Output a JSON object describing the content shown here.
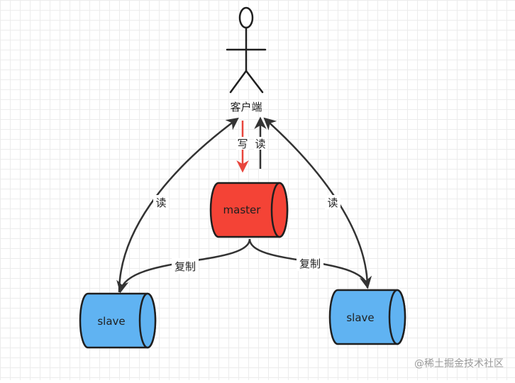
{
  "client": {
    "label": "客户端"
  },
  "edges": {
    "write_label": "写",
    "read_label_center": "读",
    "read_label_left": "读",
    "read_label_right": "读",
    "replicate_left": "复制",
    "replicate_right": "复制"
  },
  "nodes": {
    "master": "master",
    "slave_left": "slave",
    "slave_right": "slave"
  },
  "watermark": "@稀土掘金技术社区",
  "colors": {
    "master_fill": "#f44336",
    "slave_fill": "#60b3f2",
    "stroke": "#1f1f1f",
    "write_arrow": "#e8453c",
    "line": "#333333"
  }
}
